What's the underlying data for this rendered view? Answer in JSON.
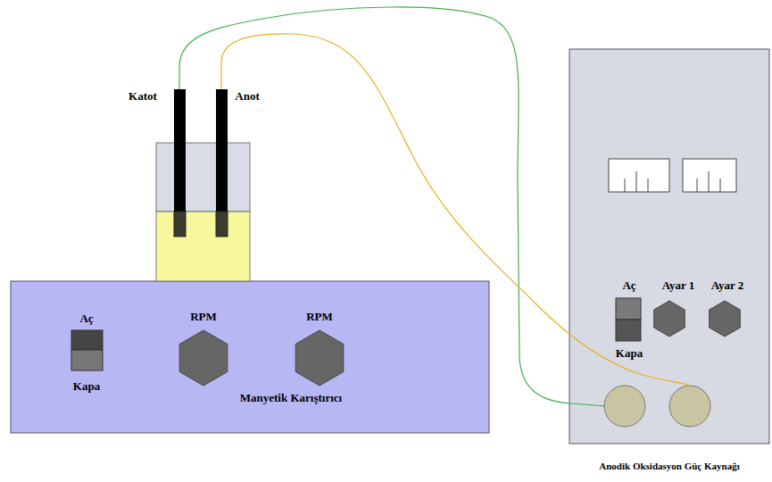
{
  "diagram": {
    "nodes": [
      {
        "text": [
          "Aç",
          "RPM",
          "RPM",
          "Kapa",
          "Manyetik Karıştırıcı"
        ]
      },
      {
        "text": [
          "Aç",
          "Ayar 1",
          "Ayar 2",
          "Kapa",
          "Anodik Oksidasyon Güç Kaynağı"
        ]
      }
    ],
    "labels": [
      "Katot",
      "Anot"
    ]
  }
}
